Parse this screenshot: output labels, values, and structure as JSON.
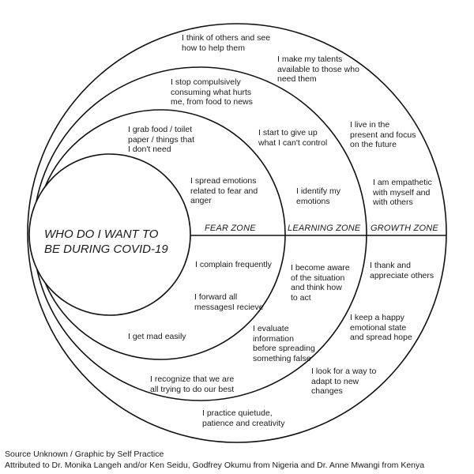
{
  "center_title": "WHO DO I WANT TO\nBE DURING COVID-19",
  "zones": {
    "fear": "FEAR ZONE",
    "learning": "LEARNING ZONE",
    "growth": "GROWTH ZONE"
  },
  "statements": {
    "s01": "I think of others and see\nhow to help them",
    "s02": "I make my talents\navailable to those who\nneed them",
    "s03": "I stop compulsively\nconsuming what hurts\nme, from food to news",
    "s04": "I grab food / toilet\npaper / things that\nI don't need",
    "s05": "I start to give up\nwhat I can't control",
    "s06": "I live in the\npresent and focus\non the future",
    "s07": "I spread emotions\nrelated to fear and\nanger",
    "s08": "I identify my\nemotions",
    "s09": "I am empathetic\nwith myself and\nwith others",
    "s10": "I complain frequently",
    "s11": "I become aware\nof the situation\nand think how\nto act",
    "s12": "I thank and\nappreciate others",
    "s13": "I forward all\nmessagesI recieve",
    "s14": "I keep a happy\nemotional state\nand spread hope",
    "s15": "I get mad easily",
    "s16": "I evaluate\ninformation\nbefore spreading\nsomething false",
    "s17": "I look for a way to\nadapt to new\nchanges",
    "s18": "I recognize that we are\nall trying to do our best",
    "s19": "I practice quietude,\npatience and creativity"
  },
  "footer": {
    "line1": "Source Unknown / Graphic by Self Practice",
    "line2": "Attributed to Dr. Monika Langeh and/or Ken Seidu, Godfrey Okumu from Nigeria and Dr. Anne Mwangi from Kenya"
  }
}
